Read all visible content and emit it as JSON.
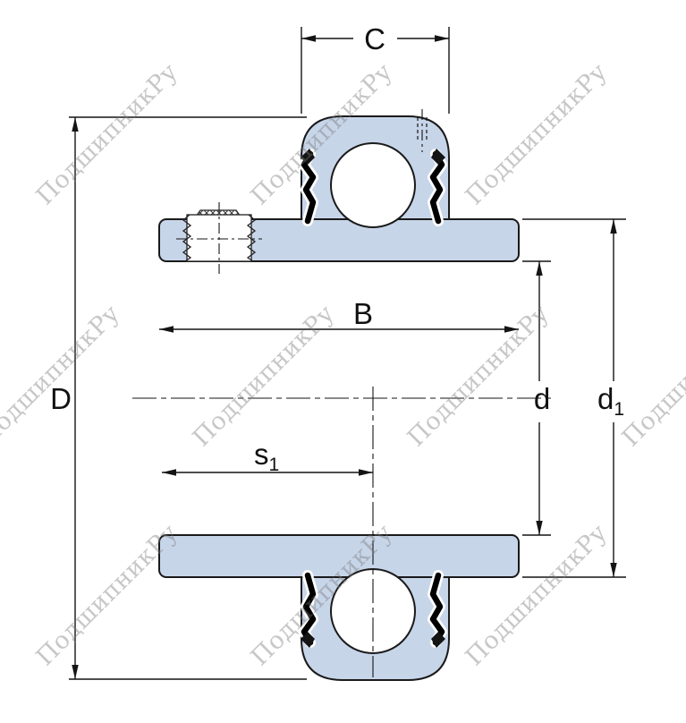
{
  "watermark": {
    "text": "ПодшипникРу",
    "color": "rgba(122,122,122,0.42)"
  },
  "colors": {
    "part_fill": "#c7d5e9",
    "line": "#1a1a1a",
    "background": "#ffffff"
  },
  "labels": {
    "c": "C",
    "b": "B",
    "big_d": "D",
    "d": "d",
    "d1_base": "d",
    "d1_sub": "1",
    "s1_base": "s",
    "s1_sub": "1"
  }
}
